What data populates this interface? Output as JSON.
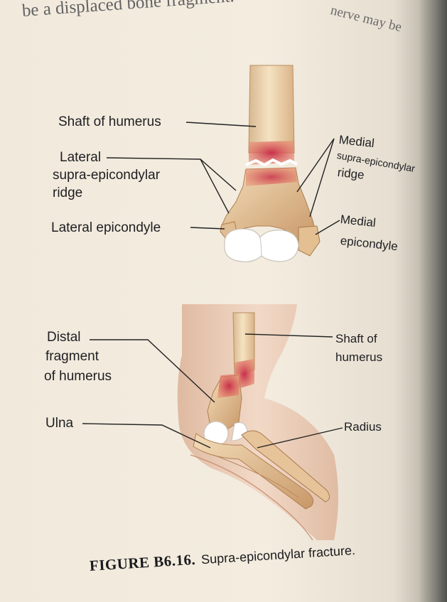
{
  "header": {
    "top_text": "be a displaced bone fragment.",
    "top_right_text": "nerve may be"
  },
  "labels": {
    "shaft_of_humerus_top": "Shaft of humerus",
    "lateral_ridge": [
      "Lateral",
      "supra-epicondylar",
      "ridge"
    ],
    "lateral_epicondyle": "Lateral epicondyle",
    "medial_ridge": [
      "Medial",
      "supra-epicondylar",
      "ridge"
    ],
    "medial_epicondyle": [
      "Medial",
      "epicondyle"
    ],
    "distal_fragment": [
      "Distal",
      "fragment",
      "of humerus"
    ],
    "shaft_of_humerus_bottom": [
      "Shaft of",
      "humerus"
    ],
    "ulna": "Ulna",
    "radius": "Radius"
  },
  "caption": {
    "figure_label": "FIGURE B6.16.",
    "text": "Supra-epicondylar fracture."
  }
}
